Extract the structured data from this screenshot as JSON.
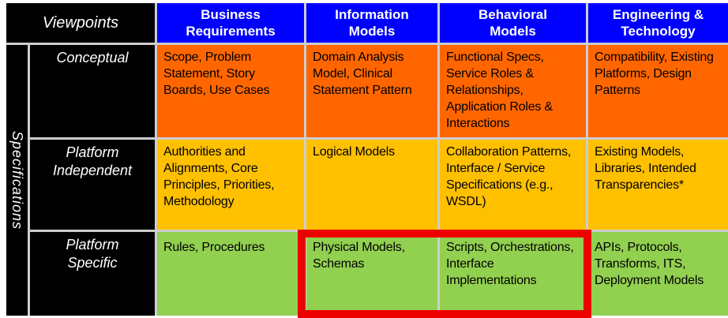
{
  "diagram": {
    "corner_header": "Viewpoints",
    "side_axis": "Specifications",
    "column_headers": [
      "Business Requirements",
      "Information Models",
      "Behavioral Models",
      "Engineering & Technology"
    ],
    "rows": [
      {
        "label": "Conceptual",
        "bg_color": "#FF6600",
        "cells": [
          "Scope, Problem Statement, Story Boards, Use Cases",
          "Domain Analysis Model, Clinical Statement Pattern",
          "Functional Specs, Service Roles & Relationships, Application Roles & Interactions",
          "Compatibility, Existing Platforms, Design Patterns"
        ]
      },
      {
        "label": "Platform Independent",
        "bg_color": "#FFC000",
        "cells": [
          "Authorities and Alignments, Core Principles, Priorities, Methodology",
          "Logical Models",
          "Collaboration Patterns, Interface / Service Specifications (e.g., WSDL)",
          "Existing Models, Libraries, Intended Transparencies*"
        ]
      },
      {
        "label": "Platform Specific",
        "bg_color": "#92D050",
        "cells": [
          "Rules, Procedures",
          "Physical Models, Schemas",
          "Scripts, Orchestrations, Interface Implementations",
          "APIs, Protocols, Transforms, ITS, Deployment Models"
        ]
      }
    ],
    "highlight": {
      "shape": "red-rectangle-outline",
      "color": "#ED0000",
      "highlighted_cells": [
        "Physical Models, Schemas",
        "Scripts, Orchestrations, Interface Implementations"
      ]
    },
    "colors": {
      "column_header_bg": "#0000FE",
      "column_header_text": "#FFFFFF",
      "axis_bg": "#000000",
      "axis_text": "#FFFFFF",
      "cell_text": "#000000",
      "row_conceptual_bg": "#FF6600",
      "row_platform_independent_bg": "#FFC000",
      "row_platform_specific_bg": "#92D050"
    }
  }
}
